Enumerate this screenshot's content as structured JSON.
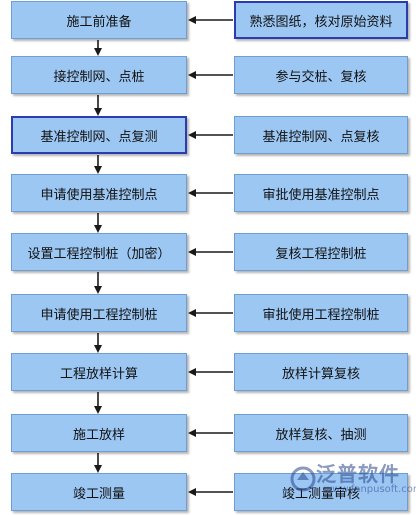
{
  "left_steps": [
    "施工前准备",
    "接控制网、点桩",
    "基准控制网、点复测",
    "申请使用基准控制点",
    "设置工程控制桩（加密）",
    "申请使用工程控制桩",
    "工程放样计算",
    "施工放样",
    "竣工测量"
  ],
  "right_steps": [
    "熟悉图纸，核对原始资料",
    "参与交桩、复核",
    "基准控制网、点复核",
    "审批使用基准控制点",
    "复核工程控制桩",
    "审批使用工程控制桩",
    "放样计算复核",
    "放样复核、抽测",
    "竣工测量审核"
  ],
  "watermark": {
    "brand": "泛普软件",
    "url": "www.fanpusoft.com"
  },
  "colors": {
    "box_fill": "#9cc7f3",
    "box_border": "#6f9fd0",
    "highlight_border": "#2b3bb0",
    "arrow": "#1a1a1a"
  }
}
